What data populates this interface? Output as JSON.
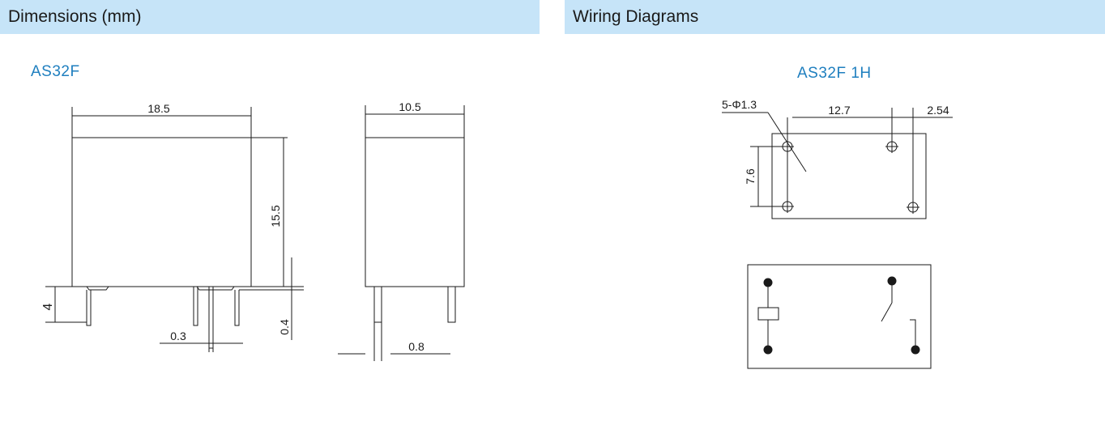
{
  "headers": {
    "dimensions": "Dimensions (mm)",
    "wiring": "Wiring Diagrams"
  },
  "models": {
    "dimensions_model": "AS32F",
    "wiring_model": "AS32F 1H"
  },
  "dimension_labels": {
    "width": "18.5",
    "depth": "10.5",
    "height": "15.5",
    "pin_length": "4",
    "pin_thickness": "0.3",
    "pin_offset": "0.4",
    "pin_width": "0.8"
  },
  "footprint_labels": {
    "hole_spec": "5-Φ1.3",
    "pitch_x": "12.7",
    "pitch_small": "2.54",
    "pitch_y": "7.6"
  },
  "colors": {
    "header_bg": "#c6e4f8",
    "model_text": "#1f7fbf",
    "line": "#1a1a1a"
  }
}
